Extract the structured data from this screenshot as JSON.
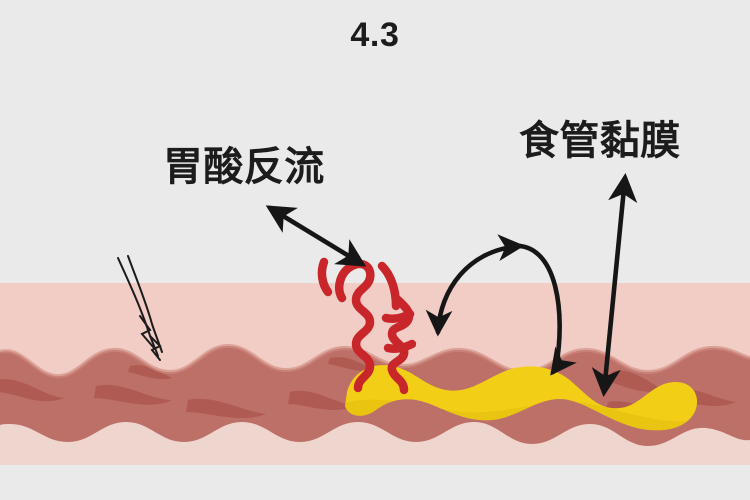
{
  "figure": {
    "title": "4.3",
    "kind": "medical-illustration",
    "subject": "esophageal mucosa with gastric acid reflux"
  },
  "labels": {
    "reflux": "胃酸反流",
    "mucosa": "食管黏膜"
  },
  "colors": {
    "background": "#eaeaea",
    "lumen": "#f1cdc6",
    "submucosa": "#eed6cf",
    "mucosa": "#bd7068",
    "mucosa_shade": "#ad574f",
    "lesion": "#f2cf16",
    "lesion_shade": "#e0b90c",
    "acid_red": "#c8262a",
    "arrow_black": "#161616",
    "text": "#1c1c1c"
  },
  "annotations": {
    "reflux_arrow": "double-headed-arrow-to-reflux-label",
    "mucosa_curved_arrow": "curved-double-headed-arrow-to-mucosa",
    "mucosa_straight_arrow": "straight-double-headed-arrow-to-mucosa-label",
    "sketch_arrow": "thin-outline-arrow-pointing-into-mucosa",
    "acid_squiggle_left": "red-zigzag-acid-stream-left",
    "acid_squiggle_right": "red-zigzag-acid-stream-right"
  }
}
